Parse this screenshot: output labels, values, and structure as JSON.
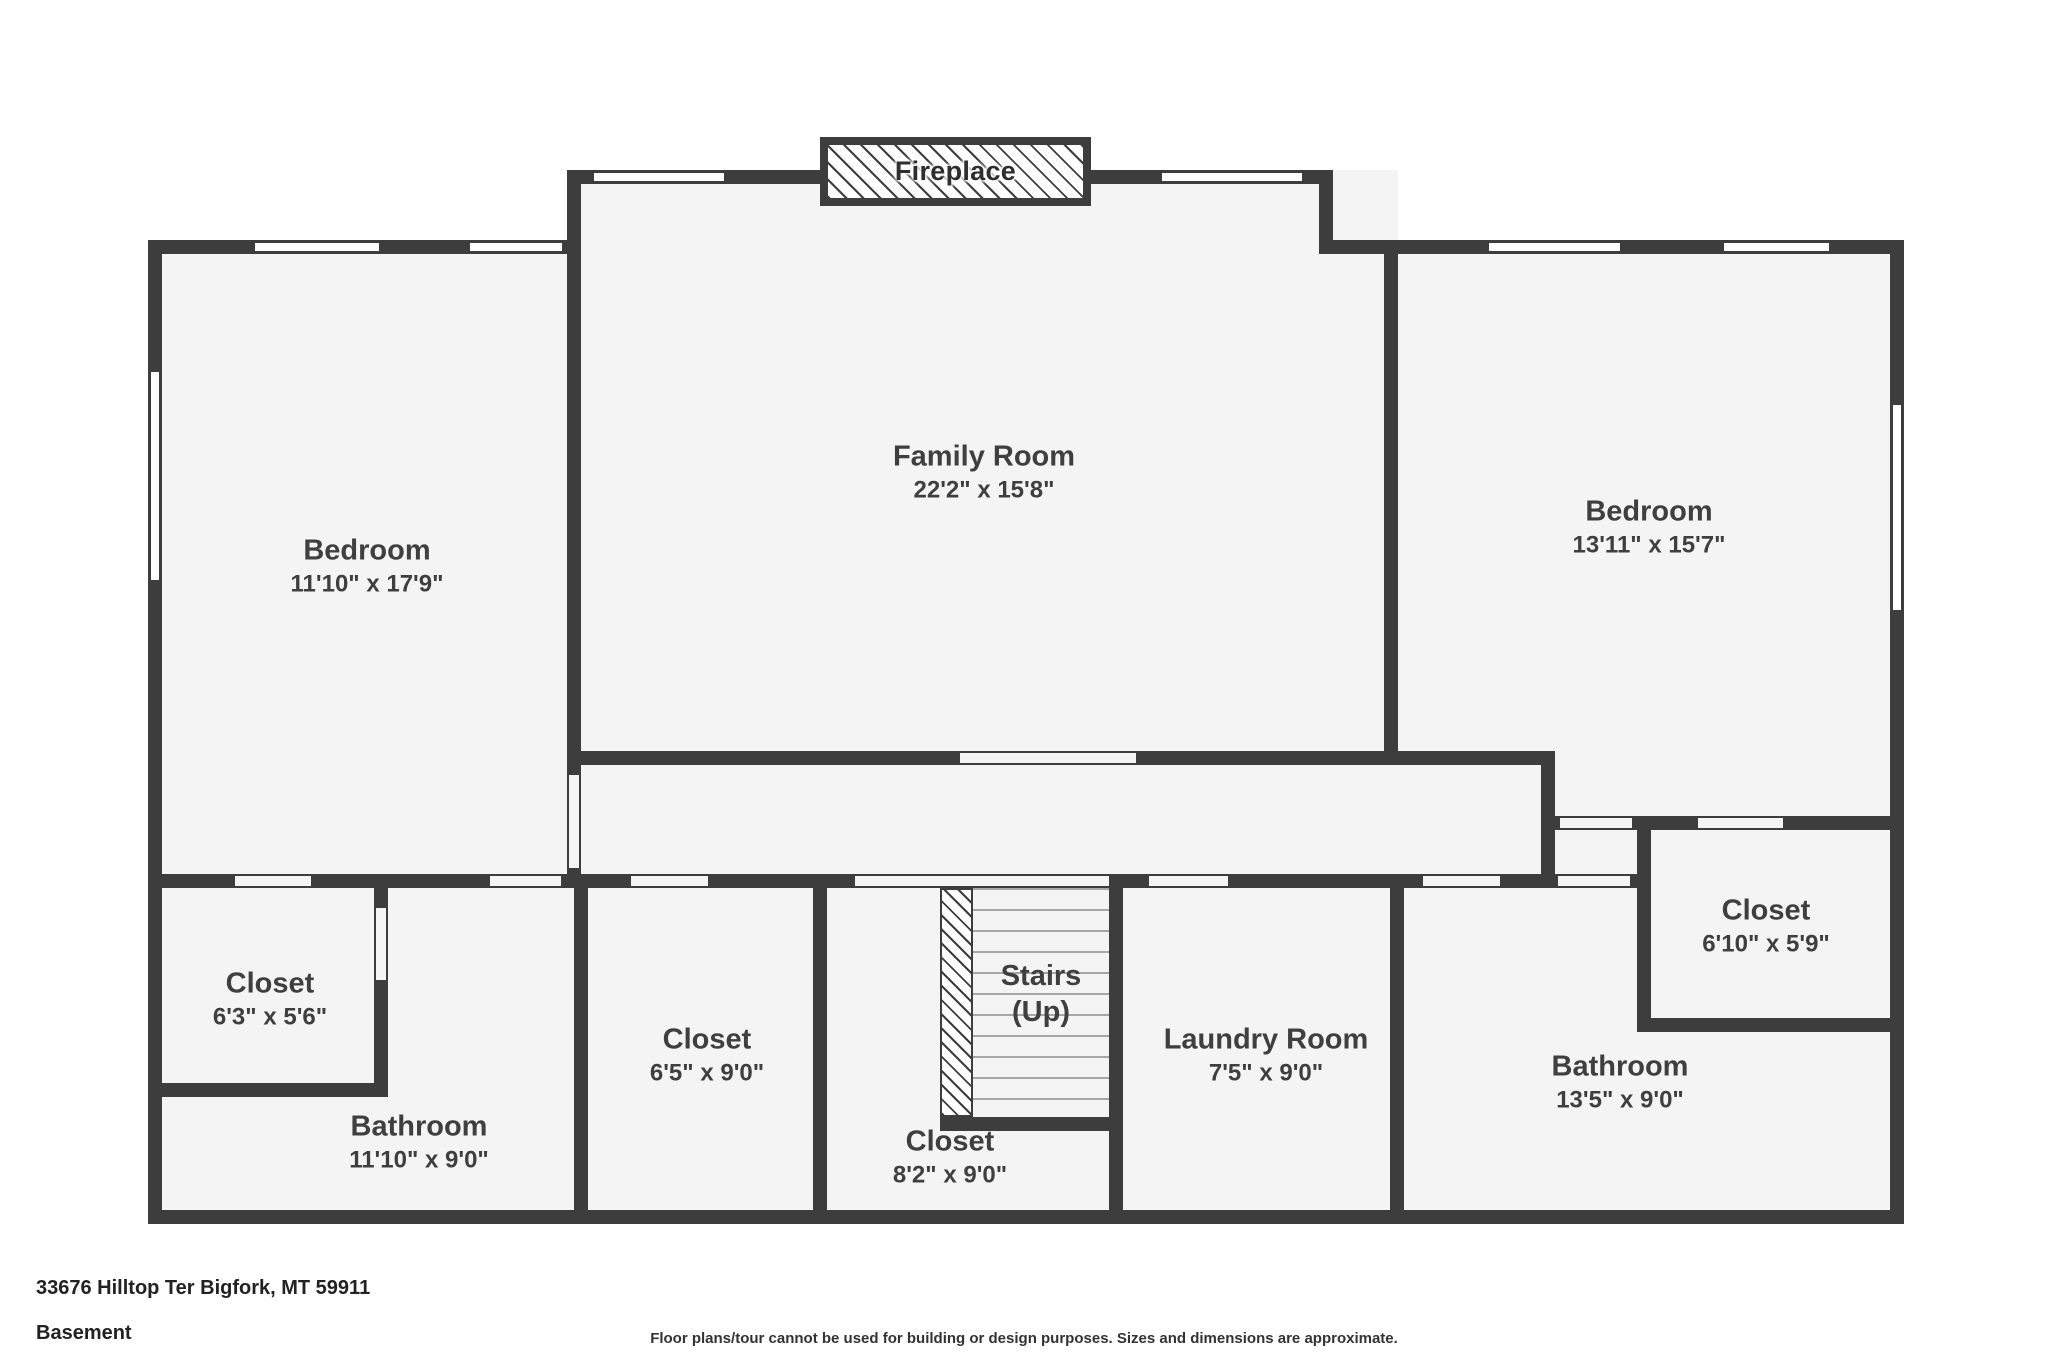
{
  "fireplace": {
    "label": "Fireplace"
  },
  "stairs": {
    "name": "Stairs",
    "direction": "(Up)"
  },
  "rooms": [
    {
      "id": "family-room",
      "name": "Family Room",
      "dims": "22'2\" x 15'8\""
    },
    {
      "id": "bedroom-left",
      "name": "Bedroom",
      "dims": "11'10\" x 17'9\""
    },
    {
      "id": "bedroom-right",
      "name": "Bedroom",
      "dims": "13'11\" x 15'7\""
    },
    {
      "id": "closet-left",
      "name": "Closet",
      "dims": "6'3\" x 5'6\""
    },
    {
      "id": "bathroom-left",
      "name": "Bathroom",
      "dims": "11'10\" x 9'0\""
    },
    {
      "id": "closet-center",
      "name": "Closet",
      "dims": "6'5\" x 9'0\""
    },
    {
      "id": "closet-stairs",
      "name": "Closet",
      "dims": "8'2\" x 9'0\""
    },
    {
      "id": "laundry-room",
      "name": "Laundry Room",
      "dims": "7'5\" x 9'0\""
    },
    {
      "id": "bathroom-right",
      "name": "Bathroom",
      "dims": "13'5\" x 9'0\""
    },
    {
      "id": "closet-right",
      "name": "Closet",
      "dims": "6'10\" x 5'9\""
    }
  ],
  "footer": {
    "address": "33676 Hilltop Ter Bigfork, MT 59911",
    "floor_label": "Basement",
    "disclaimer": "Floor plans/tour cannot be used for building or design purposes. Sizes and dimensions are approximate."
  },
  "colors": {
    "wall": "#3d3d3d",
    "floor": "#f4f4f4",
    "text": "#3f3f3f"
  }
}
